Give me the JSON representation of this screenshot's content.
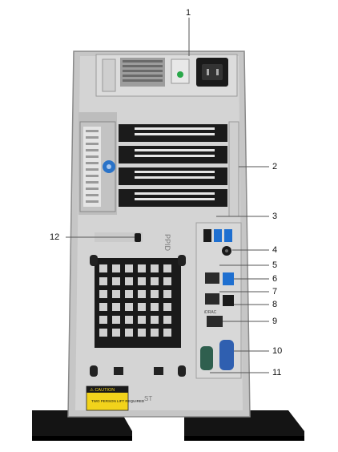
{
  "callouts": [
    "1",
    "2",
    "3",
    "4",
    "5",
    "6",
    "7",
    "8",
    "9",
    "10",
    "11",
    "12"
  ],
  "chassis_markings": {
    "ppid": "PPID",
    "idrac": "iDRAC",
    "caution_title": "⚠ CAUTION",
    "caution_body": "TWO PERSON LIFT\nREQUIRED",
    "service_tag": "ST"
  },
  "colors": {
    "chassis": "#c9c9c9",
    "chassis_dark": "#8c8c8c",
    "panel": "#e2e2e2",
    "black": "#1a1a1a",
    "usb_blue": "#1e6fd0",
    "led_green": "#2aa84a",
    "caution_yellow": "#f2d31b",
    "serial_green": "#2f5f4e",
    "vga_blue": "#2f5fb0",
    "callout_line": "#555555"
  }
}
